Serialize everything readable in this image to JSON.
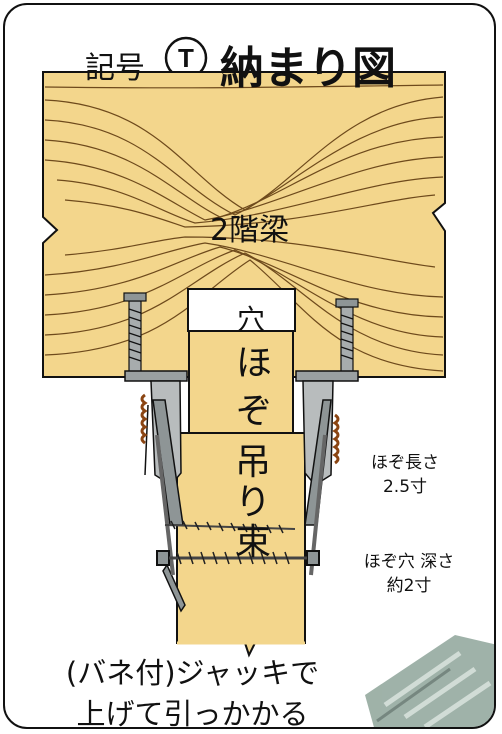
{
  "title": {
    "prefix": "記号",
    "symbol": "T",
    "main": "納まり図"
  },
  "labels": {
    "beam": "2階梁",
    "hole": "穴",
    "tenon": "ほぞ",
    "post": "吊り束"
  },
  "notes": {
    "tenon_length_1": "ほぞ長さ",
    "tenon_length_2": "2.5寸",
    "hole_depth_1": "ほぞ穴 深さ",
    "hole_depth_2": "約2寸"
  },
  "caption": {
    "line1": "(バネ付)ジャッキで",
    "line2": "上げて引っかかる"
  },
  "colors": {
    "wood": "#F3D68C",
    "grain": "#6E4A1C",
    "metal": "#8E9596",
    "outline": "#111111"
  }
}
